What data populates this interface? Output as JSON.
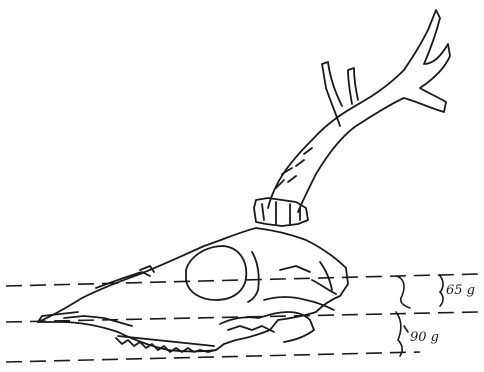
{
  "figure": {
    "kind": "line drawing",
    "subject": "skull-with-antler",
    "colors": {
      "ink": "#1a1a1a",
      "paper": "#ffffff"
    }
  },
  "annotations": {
    "upper_section": {
      "label": "65 g"
    },
    "lower_section": {
      "label": "90 g"
    }
  }
}
